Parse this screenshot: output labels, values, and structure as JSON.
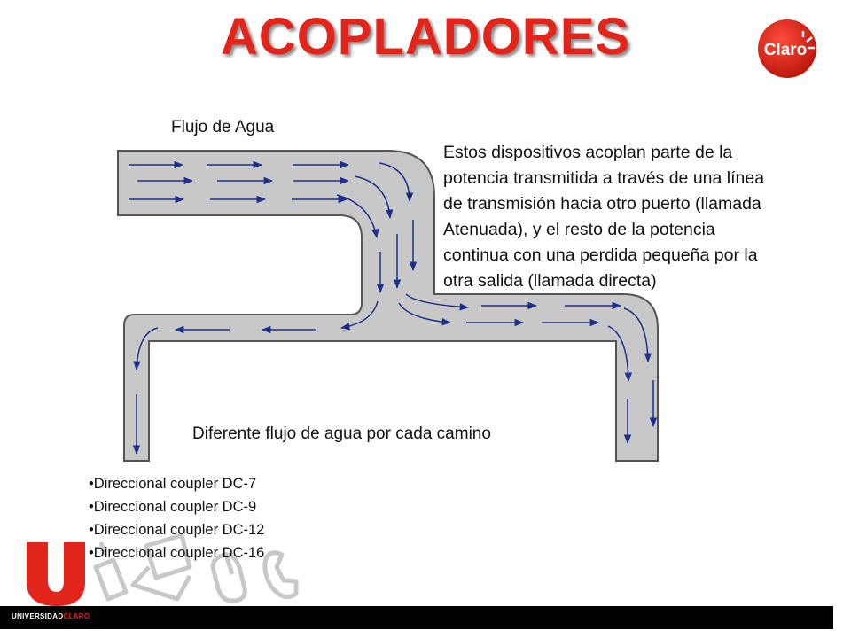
{
  "slide": {
    "title": "ACOPLADORES",
    "label_top": "Flujo de Agua",
    "label_bottom": "Diferente flujo de agua por cada camino",
    "description_lines": [
      "Estos dispositivos acoplan parte de la",
      "potencia transmitida a través de una línea",
      "de transmisión hacia otro puerto (llamada",
      "Atenuada), y el resto de la potencia",
      "continua con una perdida pequeña por la",
      "otra salida (llamada directa)"
    ],
    "couplers": [
      "Direccional coupler DC-7",
      "Direccional coupler DC-9",
      "Direccional coupler DC-12",
      "Direccional coupler DC-16"
    ]
  },
  "logo": {
    "text": "Claro",
    "color": "#e1251b",
    "icon": "claro-logo"
  },
  "footer": {
    "prefix": "UNIVERSIDAD",
    "accent": "CLARO"
  },
  "colors": {
    "title": "#e1251b",
    "pipe_fill": "#c8c8c8",
    "pipe_stroke": "#555555",
    "arrow": "#1c2f8c",
    "footer_bg": "#000000"
  }
}
